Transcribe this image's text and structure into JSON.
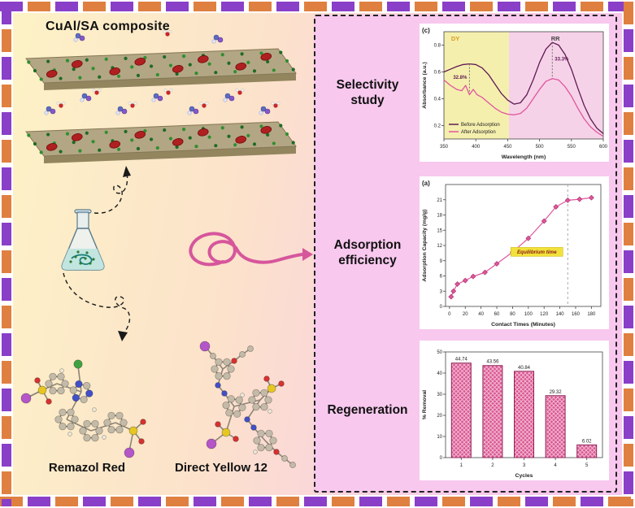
{
  "left": {
    "composite_label": "CuAl/SA composite",
    "remazol_label": "Remazol Red",
    "direct_yellow_label": "Direct Yellow 12"
  },
  "panel": {
    "selectivity_label": "Selectivity study",
    "adsorption_label": "Adsorption efficiency",
    "regeneration_label": "Regeneration"
  },
  "colors": {
    "background_left": "#fdf2c6",
    "background_right": "#f8c5ee",
    "panel_background": "#f8c8ee",
    "border_purple": "#8a3fc8",
    "border_orange": "#e08040",
    "accent_pink": "#d6569c",
    "spectra_before": "#5e1a52",
    "spectra_after": "#e0559d",
    "bar_color": "#d9548f"
  },
  "chart_data": [
    {
      "type": "line",
      "id": "selectivity_spectra",
      "panel_letter": "(c)",
      "xlabel": "Wavelength (nm)",
      "ylabel": "Absorbance (a.u.)",
      "xlim": [
        350,
        600
      ],
      "ylim": [
        0.1,
        0.9
      ],
      "xticks": [
        350,
        400,
        450,
        500,
        550,
        600
      ],
      "yticks": [
        0.2,
        0.4,
        0.6,
        0.8
      ],
      "regions": [
        {
          "label": "DY",
          "from": 350,
          "to": 452,
          "fill": "#f5efae",
          "label_color": "#d89b1d",
          "label_x": 368
        },
        {
          "label": "RR",
          "from": 452,
          "to": 600,
          "fill": "#f6d2e8",
          "label_color": "#444444",
          "label_x": 525
        }
      ],
      "series": [
        {
          "name": "Before Adsorption",
          "color": "#5e1a52",
          "x": [
            350,
            360,
            370,
            380,
            390,
            400,
            410,
            420,
            430,
            440,
            450,
            460,
            470,
            480,
            490,
            500,
            510,
            520,
            530,
            540,
            550,
            560,
            570,
            580,
            590,
            600
          ],
          "y": [
            0.6,
            0.62,
            0.64,
            0.655,
            0.66,
            0.655,
            0.63,
            0.58,
            0.51,
            0.44,
            0.39,
            0.36,
            0.37,
            0.43,
            0.54,
            0.67,
            0.77,
            0.82,
            0.8,
            0.73,
            0.62,
            0.48,
            0.35,
            0.25,
            0.18,
            0.14
          ]
        },
        {
          "name": "After Adsorption",
          "color": "#e0559d",
          "x": [
            350,
            360,
            370,
            378,
            384,
            390,
            396,
            402,
            410,
            420,
            430,
            440,
            450,
            460,
            470,
            480,
            490,
            500,
            510,
            520,
            530,
            540,
            550,
            560,
            570,
            580,
            590,
            600
          ],
          "y": [
            0.54,
            0.5,
            0.47,
            0.46,
            0.5,
            0.43,
            0.47,
            0.43,
            0.41,
            0.37,
            0.33,
            0.3,
            0.285,
            0.28,
            0.29,
            0.33,
            0.4,
            0.47,
            0.53,
            0.55,
            0.54,
            0.49,
            0.42,
            0.33,
            0.25,
            0.19,
            0.15,
            0.12
          ]
        }
      ],
      "annotations": [
        {
          "text": "32.8%",
          "x": 390,
          "y_from": 0.66,
          "y_to": 0.44,
          "side": "left"
        },
        {
          "text": "33.3%",
          "x": 520,
          "y_from": 0.82,
          "y_to": 0.55,
          "side": "right"
        }
      ],
      "legend": [
        "Before Adsorption",
        "After Adsorption"
      ],
      "legend_position": "bottom-left"
    },
    {
      "type": "line",
      "id": "adsorption_kinetics",
      "panel_letter": "(a)",
      "xlabel": "Contact Times (Minutes)",
      "ylabel": "Adsorption Capacity (mg/g)",
      "xlim": [
        -5,
        192
      ],
      "ylim": [
        0,
        24
      ],
      "xticks": [
        0,
        20,
        40,
        60,
        80,
        100,
        120,
        140,
        160,
        180
      ],
      "yticks": [
        0,
        3,
        6,
        9,
        12,
        15,
        18,
        21
      ],
      "series": [
        {
          "name": "Adsorption capacity",
          "color": "#e0559d",
          "marker": "diamond",
          "x": [
            2,
            5,
            10,
            20,
            30,
            45,
            60,
            80,
            100,
            120,
            135,
            150,
            165,
            180
          ],
          "y": [
            1.9,
            3.0,
            4.4,
            5.1,
            5.9,
            6.7,
            8.4,
            10.7,
            13.4,
            16.8,
            19.6,
            20.9,
            21.1,
            21.4
          ]
        }
      ],
      "vline": {
        "x": 150,
        "color": "#aaaaaa"
      },
      "annotations": [
        {
          "text": "Equilibrium time",
          "x": 150,
          "y": 10.5,
          "highlight": "#f1e13a",
          "color": "#8b1a1a"
        }
      ]
    },
    {
      "type": "bar",
      "id": "regeneration",
      "xlabel": "Cycles",
      "ylabel": "% Removal",
      "categories": [
        "1",
        "2",
        "3",
        "4",
        "5"
      ],
      "values": [
        44.74,
        43.56,
        40.84,
        29.32,
        6.02
      ],
      "value_labels": [
        "44.74",
        "43.56",
        "40.84",
        "29.32",
        "6.02"
      ],
      "ylim": [
        0,
        50
      ],
      "yticks": [
        0,
        10,
        20,
        30,
        40,
        50
      ],
      "bar_color": "#d9548f",
      "bar_edge": "#8e2457"
    }
  ]
}
